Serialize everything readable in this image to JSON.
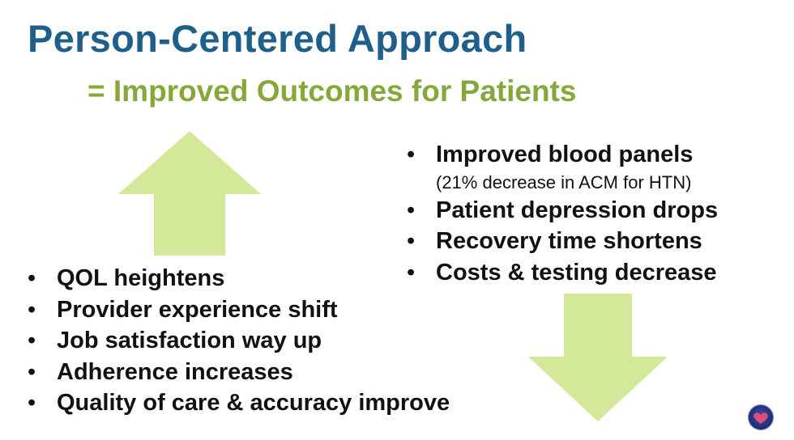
{
  "slide": {
    "title": "Person-Centered Approach",
    "subtitle": "= Improved Outcomes for Patients",
    "colors": {
      "title": "#1f5f8b",
      "subtitle": "#86a73a",
      "arrow": "#d4e89a",
      "text": "#111111"
    },
    "right_list": [
      {
        "label": "Improved blood panels",
        "note": "(21% decrease in ACM for HTN)"
      },
      {
        "label": "Patient depression drops"
      },
      {
        "label": "Recovery time shortens"
      },
      {
        "label": "Costs & testing decrease"
      }
    ],
    "left_list": [
      {
        "label": "QOL heightens"
      },
      {
        "label": "Provider experience shift"
      },
      {
        "label": "Job satisfaction way up"
      },
      {
        "label": "Adherence increases"
      },
      {
        "label": "Quality of care & accuracy improve"
      }
    ],
    "icons": {
      "up_arrow": "arrow-up-icon",
      "down_arrow": "arrow-down-icon",
      "logo": "heart-logo-icon"
    }
  }
}
